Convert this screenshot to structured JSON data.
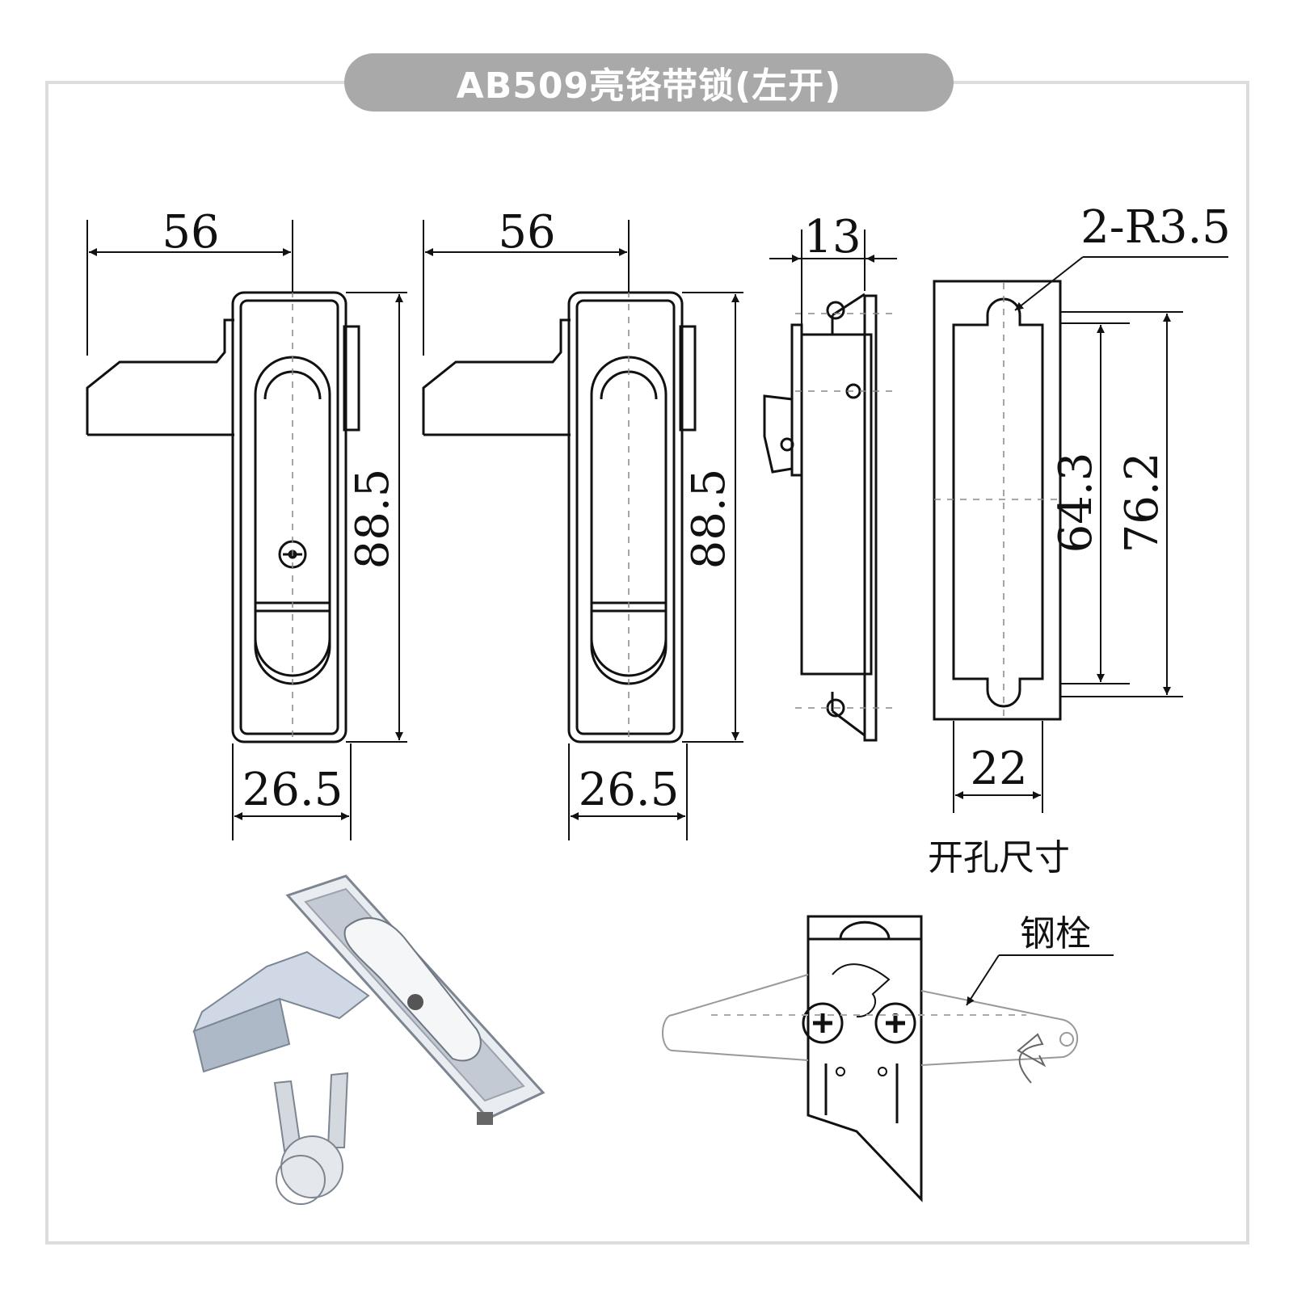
{
  "title": "AB509亮铬带锁(左开)",
  "front_view": {
    "width_top": "56",
    "height": "88.5",
    "width_bottom": "26.5"
  },
  "front_view_2": {
    "width_top": "56",
    "height": "88.5",
    "width_bottom": "26.5"
  },
  "side_view": {
    "depth": "13"
  },
  "cutout": {
    "radius": "2-R3.5",
    "inner_length": "64.3",
    "outer_length": "76.2",
    "width": "22",
    "caption": "开孔尺寸"
  },
  "bolt_view": {
    "label": "钢栓"
  },
  "colors": {
    "title_bg": "#a9a9a9",
    "frame": "#dcdcdc",
    "line": "#111111"
  }
}
